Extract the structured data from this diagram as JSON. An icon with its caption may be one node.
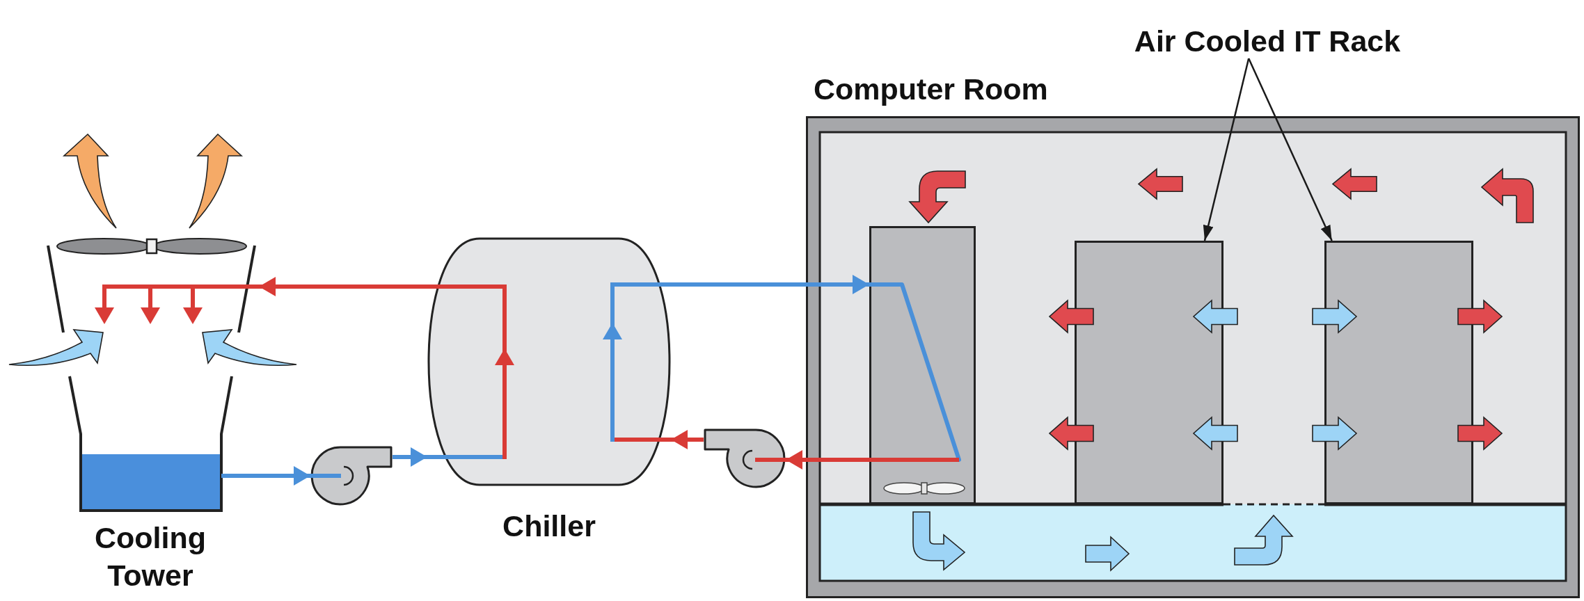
{
  "diagram": {
    "nodes": [
      {
        "text": [
          "Cooling Tower"
        ]
      },
      {
        "text": [],
        "shape": "picture"
      },
      {
        "text": [
          "Chiller"
        ]
      },
      {
        "text": [],
        "shape": "picture"
      },
      {
        "text": [
          "Computer Room"
        ]
      },
      {
        "text": [],
        "shape": "box",
        "in": 4
      },
      {
        "text": [],
        "shape": "box",
        "in": 4
      },
      {
        "text": [],
        "shape": "box",
        "in": 4
      },
      {
        "text": [
          "Air Cooled IT Rack"
        ]
      }
    ],
    "edges": [
      {
        "from": 0,
        "to": 1,
        "arrow": "to",
        "color": "#4a90d9"
      },
      {
        "from": 1,
        "to": 2,
        "arrow": "to",
        "color": "#4a90d9"
      },
      {
        "from": 2,
        "to": 0,
        "arrow": "to",
        "color": "#d93b36"
      },
      {
        "from": 2,
        "to": 5,
        "arrow": "to",
        "color": "#4a90d9"
      },
      {
        "from": 5,
        "to": 3,
        "arrow": "to",
        "color": "#d93b36"
      },
      {
        "from": 3,
        "to": 2,
        "arrow": "to",
        "color": "#d93b36"
      },
      {
        "from": 8,
        "to": 6,
        "arrow": "to",
        "color": "#1a1a1a"
      },
      {
        "from": 8,
        "to": 7,
        "arrow": "to",
        "color": "#1a1a1a"
      }
    ]
  }
}
